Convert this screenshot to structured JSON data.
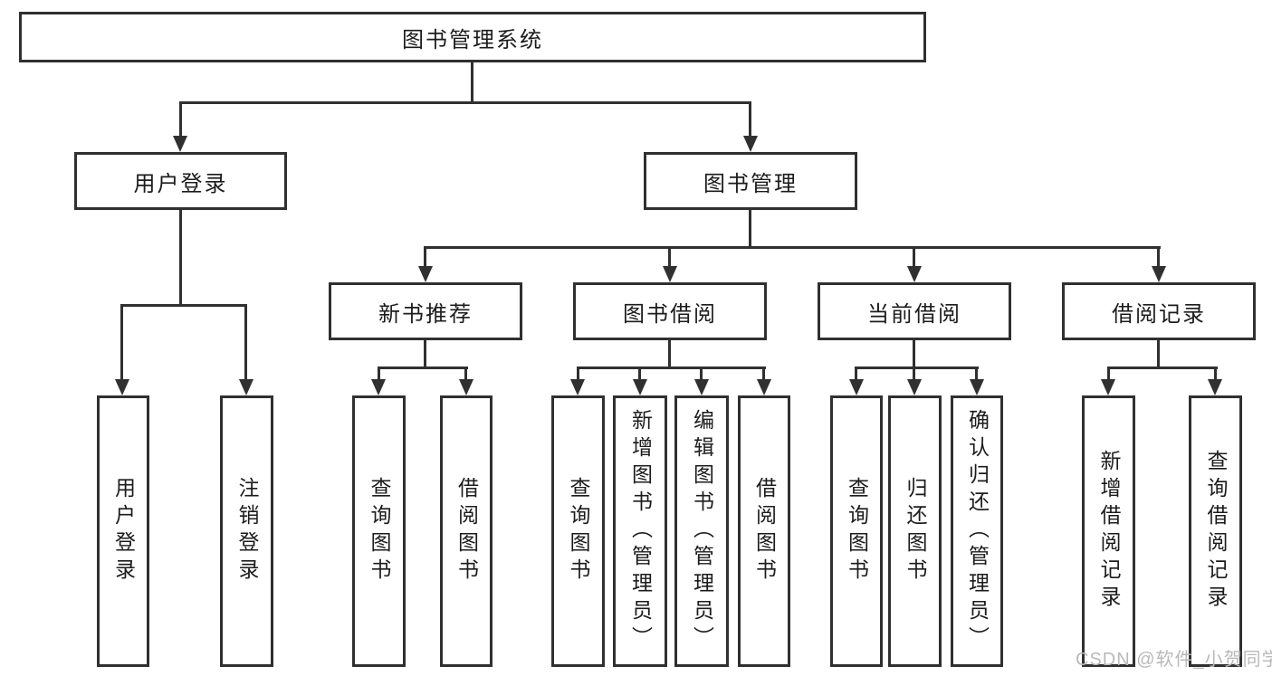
{
  "tree": {
    "label": "图书管理系统",
    "children": [
      {
        "label": "用户登录",
        "children": [
          {
            "label": "用户登录"
          },
          {
            "label": "注销登录"
          }
        ]
      },
      {
        "label": "图书管理",
        "children": [
          {
            "label": "新书推荐",
            "children": [
              {
                "label": "查询图书"
              },
              {
                "label": "借阅图书"
              }
            ]
          },
          {
            "label": "图书借阅",
            "children": [
              {
                "label": "查询图书"
              },
              {
                "label": "新增图书（管理员）"
              },
              {
                "label": "编辑图书（管理员）"
              },
              {
                "label": "借阅图书"
              }
            ]
          },
          {
            "label": "当前借阅",
            "children": [
              {
                "label": "查询图书"
              },
              {
                "label": "归还图书"
              },
              {
                "label": "确认归还（管理员）"
              }
            ]
          },
          {
            "label": "借阅记录",
            "children": [
              {
                "label": "新增借阅记录"
              },
              {
                "label": "查询借阅记录"
              }
            ]
          }
        ]
      }
    ]
  },
  "watermark": {
    "text": "CSDN @软件_小贺同学"
  },
  "colors": {
    "line": "#303030",
    "text": "#1c1c1c",
    "watermark": "#b9b9b9",
    "background": "#ffffff"
  }
}
